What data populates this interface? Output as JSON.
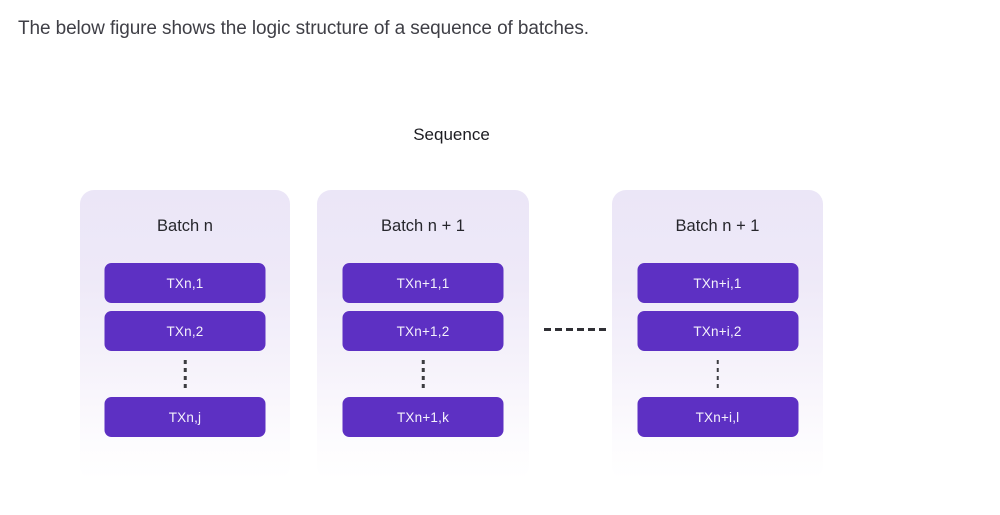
{
  "intro_text": "The below figure shows the logic structure of a sequence of batches.",
  "figure": {
    "title": "Sequence",
    "batches": [
      {
        "label": "Batch n",
        "transactions": [
          "TXn,1",
          "TXn,2",
          "TXn,j"
        ]
      },
      {
        "label": "Batch n + 1",
        "transactions": [
          "TXn+1,1",
          "TXn+1,2",
          "TXn+1,k"
        ]
      },
      {
        "label": "Batch n + 1",
        "transactions": [
          "TXn+i,1",
          "TXn+i,2",
          "TXn+i,l"
        ]
      }
    ]
  },
  "colors": {
    "tx-purple": "#5d30c3",
    "card-lavender": "#ebe6f7",
    "text-dark": "#3f3f46",
    "title-dark": "#1c1c21",
    "dash-color": "#303035",
    "page-bg": "#ffffff"
  }
}
